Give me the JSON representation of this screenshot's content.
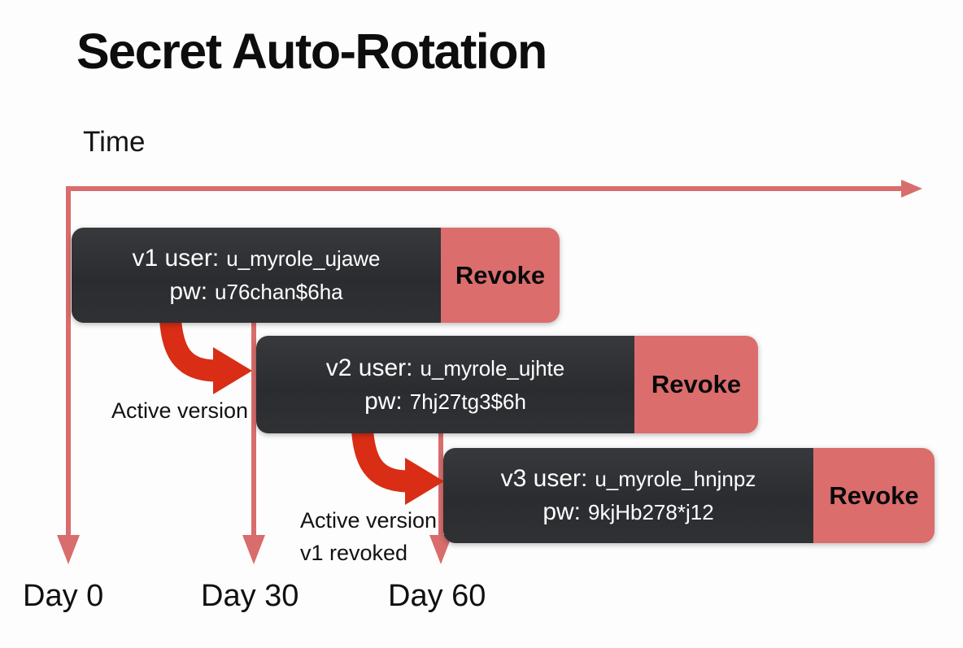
{
  "title": "Secret Auto-Rotation",
  "timeline": {
    "axis_label": "Time",
    "day_markers": [
      {
        "label": "Day 0"
      },
      {
        "label": "Day 30"
      },
      {
        "label": "Day 60"
      }
    ]
  },
  "versions": [
    {
      "user_label": "v1 user:",
      "user_value": "u_myrole_ujawe",
      "pw_label": "pw:",
      "pw_value": "u76chan$6ha",
      "revoke_label": "Revoke"
    },
    {
      "user_label": "v2 user:",
      "user_value": "u_myrole_ujhte",
      "pw_label": "pw:",
      "pw_value": "7hj27tg3$6h",
      "revoke_label": "Revoke"
    },
    {
      "user_label": "v3 user:",
      "user_value": "u_myrole_hnjnpz",
      "pw_label": "pw:",
      "pw_value": "9kjHb278*j12",
      "revoke_label": "Revoke"
    }
  ],
  "annotations": {
    "first_rotation": {
      "line1": "Active version"
    },
    "second_rotation": {
      "line1": "Active version",
      "line2": "v1 revoked"
    }
  },
  "colors": {
    "timeline_salmon": "#d96c6c",
    "revoke_background": "#dc6d6d",
    "rotation_arrow_red": "#d92d15",
    "card_dark": "#2c2e31",
    "card_text": "#ffffff",
    "label_text": "#111111",
    "background": "#fdfdfd"
  }
}
